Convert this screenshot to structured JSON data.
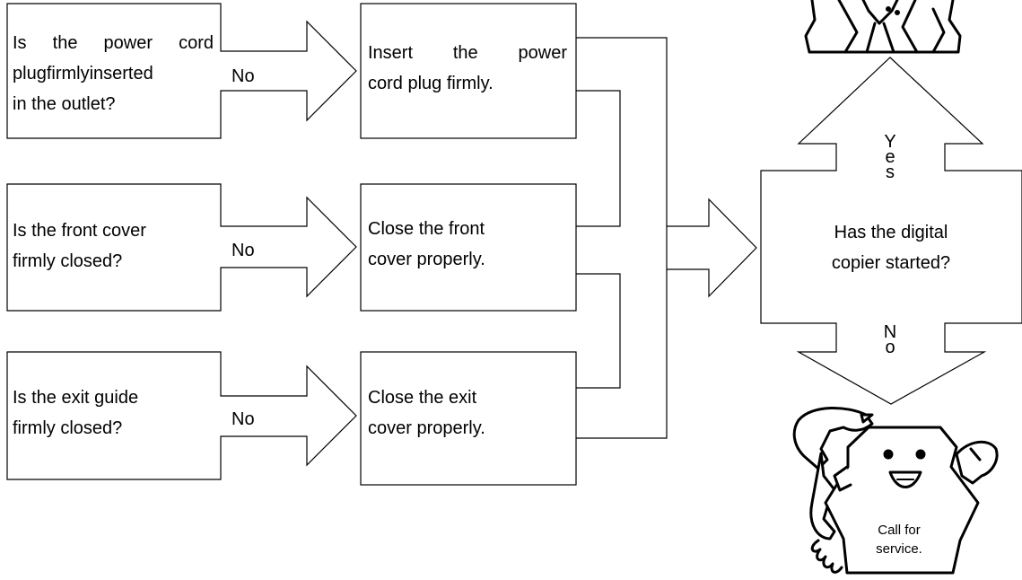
{
  "questions": [
    {
      "lines": [
        "Is the power cord",
        "plugfirmlyinserted",
        "in the outlet?"
      ],
      "answer": "No"
    },
    {
      "lines": [
        "Is the front cover",
        "firmly closed?"
      ],
      "answer": "No"
    },
    {
      "lines": [
        "Is the exit guide",
        "firmly closed?"
      ],
      "answer": "No"
    }
  ],
  "actions": [
    {
      "lines": [
        "Insert the power",
        "cord plug firmly."
      ]
    },
    {
      "lines": [
        "Close the front",
        "cover properly."
      ]
    },
    {
      "lines": [
        "Close the exit",
        "cover properly."
      ]
    }
  ],
  "decision": {
    "lines": [
      "Has the digital",
      "copier started?"
    ],
    "yes_letters": [
      "Y",
      "e",
      "s"
    ],
    "no_letters": [
      "N",
      "o"
    ]
  },
  "service": {
    "lines": [
      "Call for",
      "service."
    ]
  },
  "icons": [
    "businessman-illustration",
    "copier-mascot-phone-illustration"
  ]
}
